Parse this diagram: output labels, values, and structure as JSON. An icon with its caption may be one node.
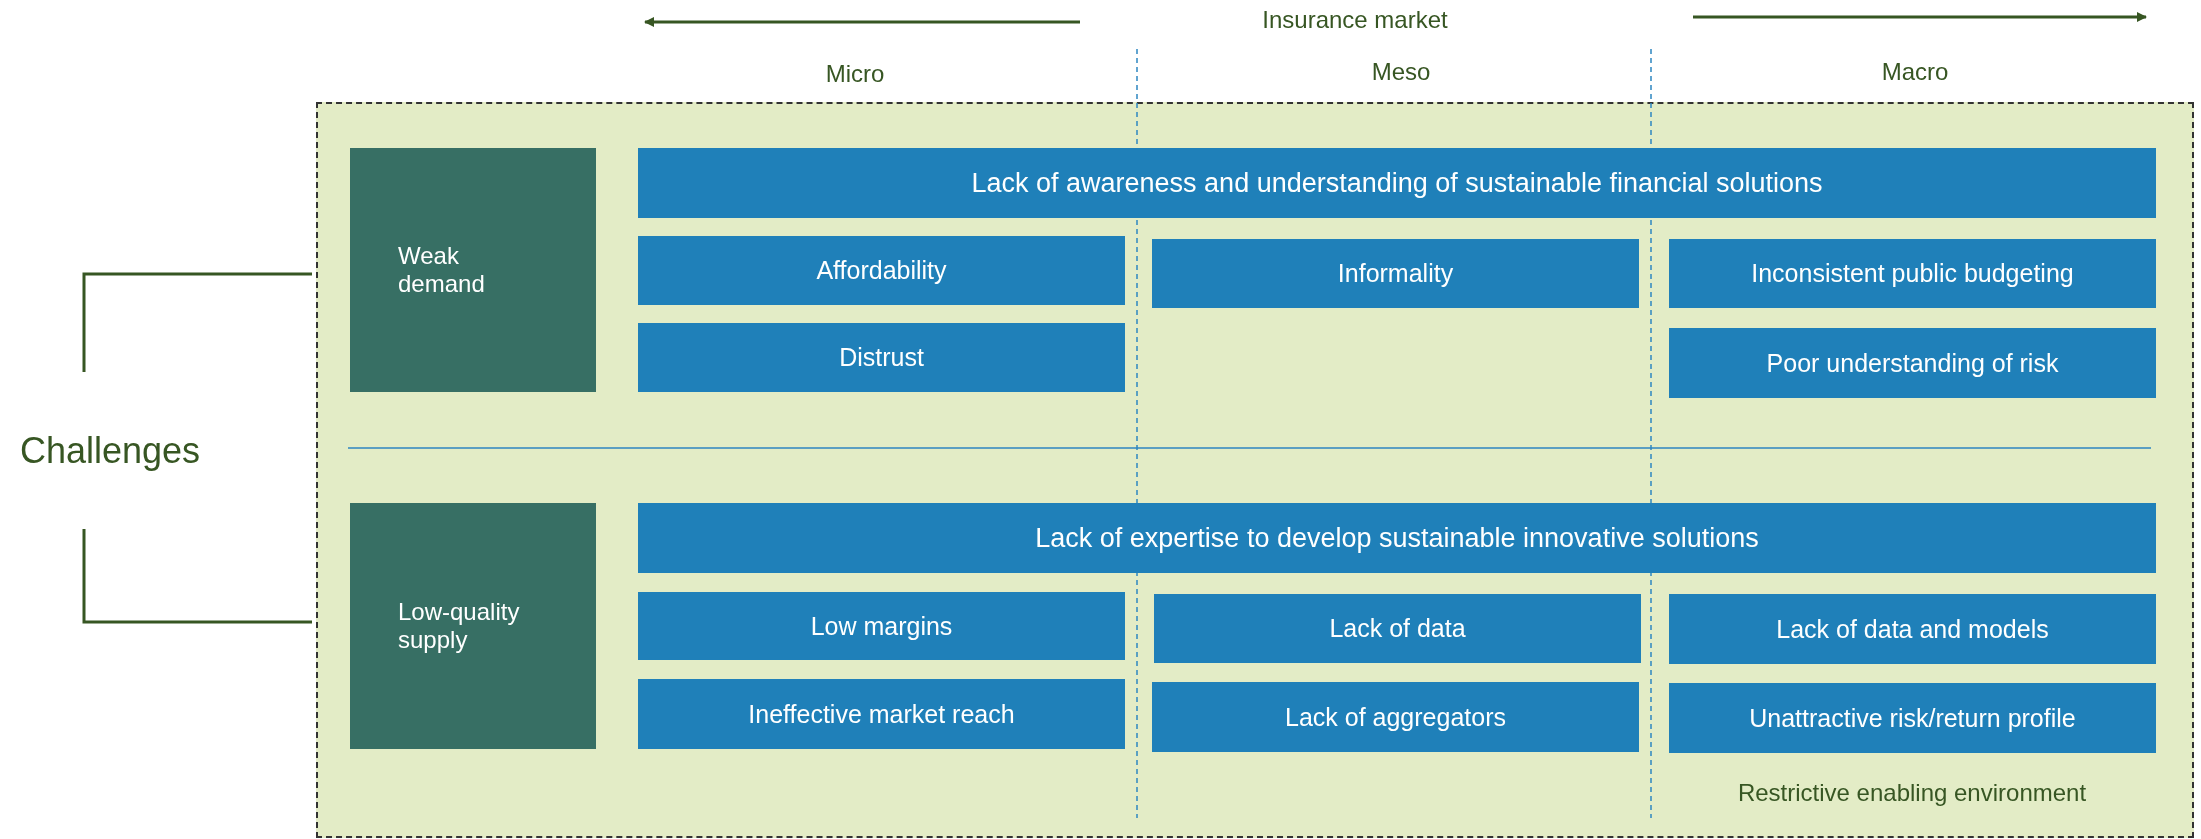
{
  "diagram": {
    "nodes": [
      {
        "text": [],
        "shape": "box"
      },
      {
        "text": [
          "Weak demand"
        ],
        "in": 0
      },
      {
        "text": [
          "Lack of awareness and understanding of sustainable financial solutions"
        ],
        "in": 0
      },
      {
        "text": [
          "Affordability"
        ],
        "in": 0
      },
      {
        "text": [
          "Informality"
        ],
        "in": 0
      },
      {
        "text": [
          "Inconsistent public budgeting"
        ],
        "in": 0
      },
      {
        "text": [
          "Distrust"
        ],
        "in": 0
      },
      {
        "text": [
          "Poor understanding of risk"
        ],
        "in": 0
      },
      {
        "text": [
          "Low-quality supply"
        ],
        "in": 0
      },
      {
        "text": [
          "Lack of expertise to develop sustainable innovative solutions"
        ],
        "in": 0
      },
      {
        "text": [
          "Low margins"
        ],
        "in": 0
      },
      {
        "text": [
          "Lack of data"
        ],
        "in": 0
      },
      {
        "text": [
          "Lack of data and models"
        ],
        "in": 0
      },
      {
        "text": [
          "Ineffective market reach"
        ],
        "in": 0
      },
      {
        "text": [
          "Lack of aggregators"
        ],
        "in": 0
      },
      {
        "text": [
          "Unattractive risk/return profile"
        ],
        "in": 0
      }
    ],
    "edges": [],
    "labels": [
      "Insurance market",
      "Micro",
      "Meso",
      "Macro",
      "Challenges",
      "Restrictive enabling environment"
    ]
  }
}
